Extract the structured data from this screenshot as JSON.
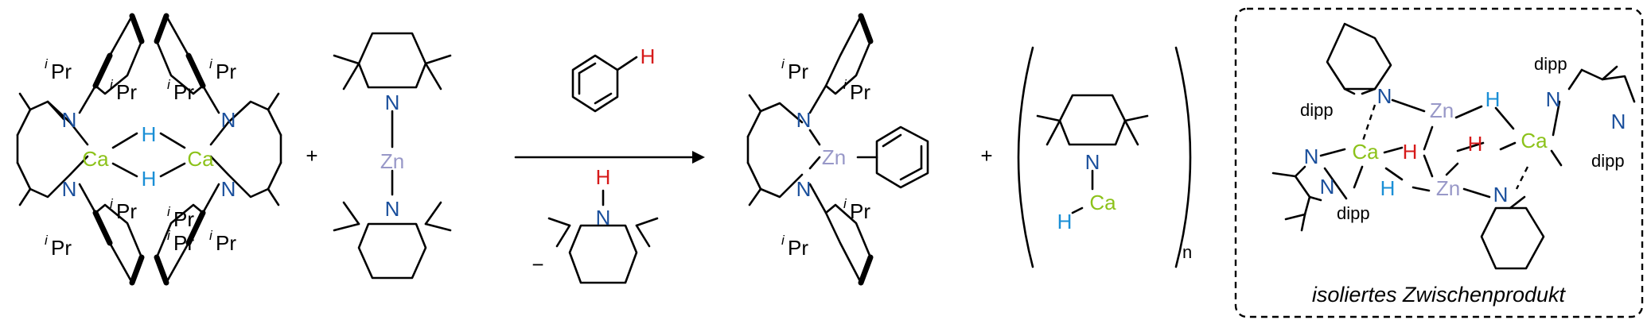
{
  "colors": {
    "N": "#1a4f9c",
    "Ca": "#8cc21a",
    "Zn": "#9898c8",
    "H_blue": "#1a8fd6",
    "H_red": "#d61a1a",
    "bond": "#000000"
  },
  "labels": {
    "N": "N",
    "Ca": "Ca",
    "Zn": "Zn",
    "H": "H",
    "iPr_sup": "i",
    "iPr_base": "Pr",
    "dipp": "dipp",
    "plus": "+",
    "minus": "−",
    "subscript_n": "n"
  },
  "caption": "isoliertes Zwischenprodukt"
}
